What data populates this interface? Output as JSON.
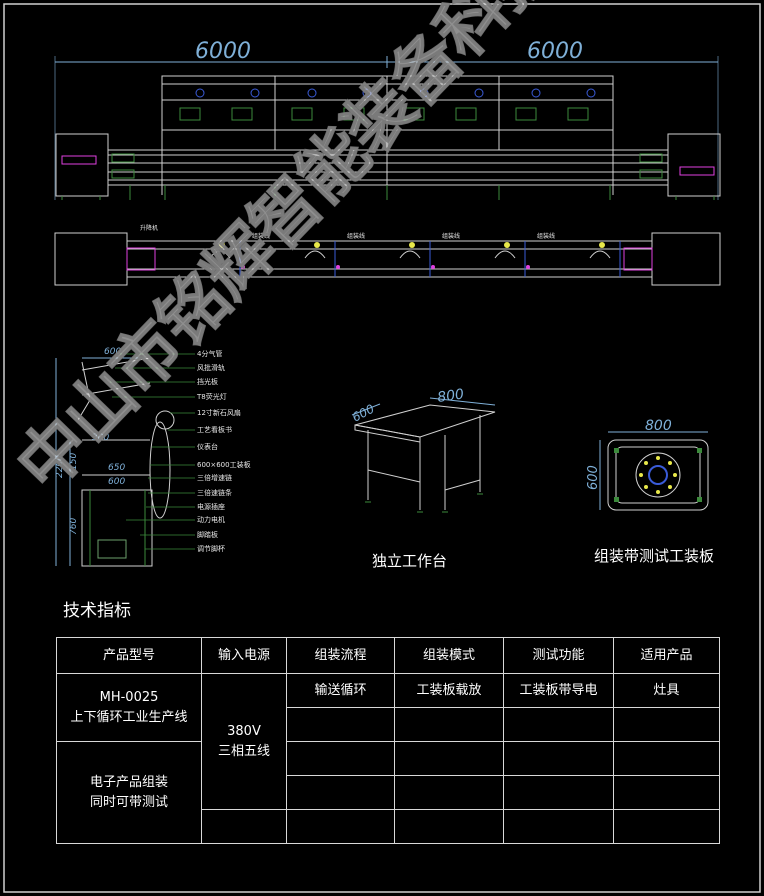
{
  "dimensions": {
    "top_left": "6000",
    "top_right": "6000",
    "side_width": "600",
    "side_mid_1": "300",
    "side_mid_2": "650",
    "side_mid_3": "600",
    "side_height": "2200",
    "side_seat": "150",
    "side_base": "760",
    "bench_len": "800",
    "bench_depth": "600",
    "board_len": "800",
    "board_depth": "600"
  },
  "plan_labels": {
    "left_tag": "升降机",
    "station_tag": "组装线"
  },
  "side_labels": [
    "4分气管",
    "风批滑轨",
    "挡光板",
    "T8荧光灯",
    "12寸新石风扇",
    "工艺看板书",
    "仪表台",
    "600×600工装板",
    "三倍增速链",
    "三倍速链条",
    "电源插座",
    "动力电机",
    "脚踏板",
    "调节脚杯"
  ],
  "captions": {
    "bench": "独立工作台",
    "board": "组装带测试工装板",
    "specs_title": "技术指标"
  },
  "table": {
    "headers": [
      "产品型号",
      "输入电源",
      "组装流程",
      "组装模式",
      "测试功能",
      "适用产品"
    ],
    "model_line1": "MH-0025",
    "model_line2": "上下循环工业生产线",
    "power_line1": "380V",
    "power_line2": "三相五线",
    "row1": [
      "输送循环",
      "工装板载放",
      "工装板带导电",
      "灶具"
    ],
    "note_line1": "电子产品组装",
    "note_line2": "同时可带测试"
  },
  "watermark": "中山市铭辉智能装备科技有限公司",
  "colors": {
    "background": "#000000",
    "frame": "#cfcfcf",
    "drawing_line": "#d0d0d0",
    "dimension": "#7fb0d8",
    "accent_magenta": "#e040e0",
    "accent_green": "#3c8a3c",
    "accent_blue": "#3a5bd8",
    "accent_yellow": "#e8e84a"
  }
}
